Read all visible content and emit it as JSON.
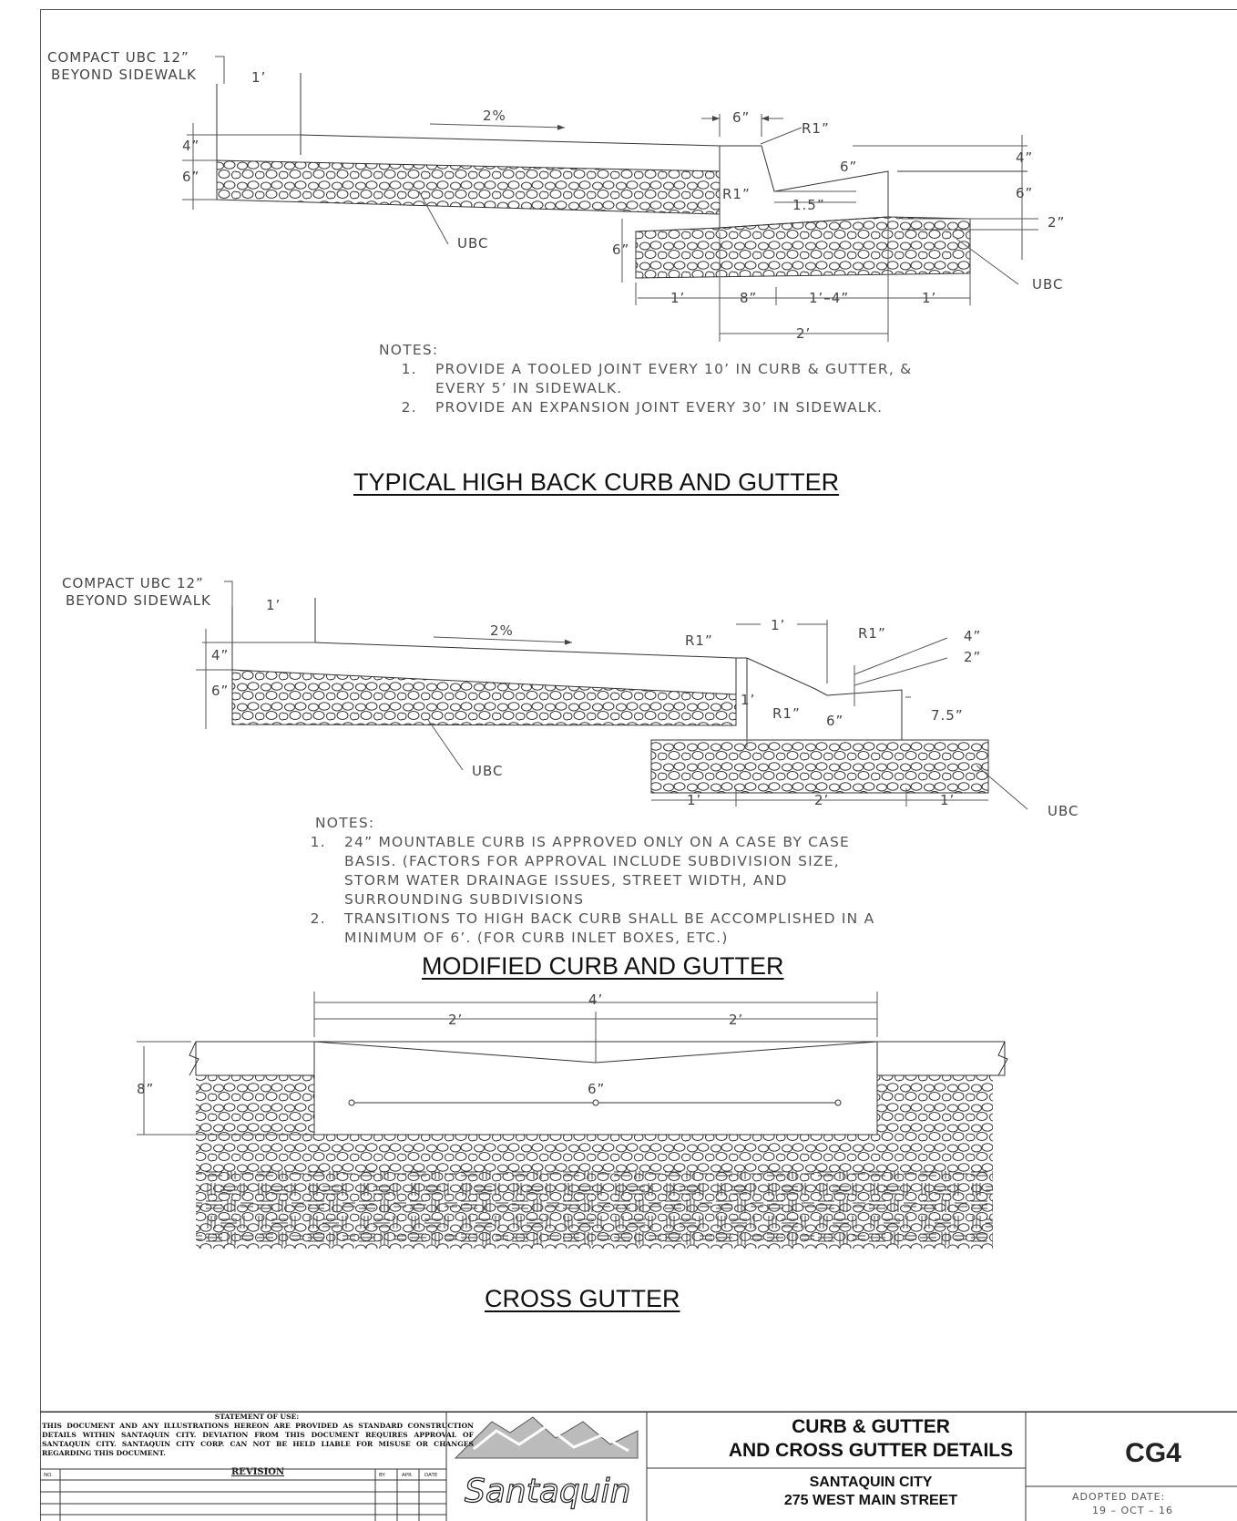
{
  "detail1": {
    "callout": [
      "COMPACT UBC 12”",
      "BEYOND SIDEWALK"
    ],
    "dims": {
      "one_ft": "1’",
      "slope": "2%",
      "four_in": "4”",
      "six_in": "6”",
      "curb_top_6": "6”",
      "r1_top": "R1”",
      "gutter_6": "6”",
      "r1_low": "R1”",
      "one_half": "1.5”",
      "right_4": "4”",
      "right_6": "6”",
      "right_2": "2”",
      "base_6": "6”",
      "b1": "1’",
      "b8": "8”",
      "b14": "1’–4”",
      "b1r": "1’",
      "b2": "2’"
    },
    "ubc_left": "UBC",
    "ubc_right": "UBC",
    "notes_heading": "NOTES:",
    "notes": [
      "PROVIDE A TOOLED JOINT EVERY 10’ IN CURB & GUTTER, & EVERY 5’ IN SIDEWALK.",
      "PROVIDE AN EXPANSION JOINT EVERY 30’ IN SIDEWALK."
    ],
    "title": "TYPICAL HIGH BACK CURB AND GUTTER"
  },
  "detail2": {
    "callout": [
      "COMPACT UBC 12”",
      "BEYOND SIDEWALK"
    ],
    "dims": {
      "one_ft": "1’",
      "slope": "2%",
      "four_in": "4”",
      "six_in": "6”",
      "r1_a": "R1”",
      "top_1": "1’",
      "r1_b": "R1”",
      "right_4": "4”",
      "right_2": "2”",
      "height_1": "1’",
      "r1_c": "R1”",
      "six": "6”",
      "seven_half": "7.5”",
      "b1": "1’",
      "b2": "2’",
      "b1r": "1’"
    },
    "ubc_left": "UBC",
    "ubc_right": "UBC",
    "notes_heading": "NOTES:",
    "notes": [
      "24” MOUNTABLE CURB IS APPROVED ONLY ON A CASE BY CASE BASIS. (FACTORS FOR APPROVAL INCLUDE SUBDIVISION SIZE, STORM WATER DRAINAGE ISSUES, STREET WIDTH, AND SURROUNDING SUBDIVISIONS",
      "TRANSITIONS TO HIGH BACK CURB SHALL BE ACCOMPLISHED IN A MINIMUM OF 6’. (FOR CURB INLET BOXES, ETC.)"
    ],
    "title": "MODIFIED CURB AND GUTTER"
  },
  "detail3": {
    "dims": {
      "total": "4’",
      "left": "2’",
      "right": "2’",
      "depth": "8”",
      "dip": "6”"
    },
    "title": "CROSS GUTTER"
  },
  "title_block": {
    "statement_heading": "STATEMENT OF USE:",
    "statement_body": "THIS DOCUMENT AND ANY ILLUSTRATIONS HEREON ARE PROVIDED AS STANDARD CONSTRUCTION DETAILS WITHIN SANTAQUIN CITY. DEVIATION FROM THIS DOCUMENT REQUIRES APPROVAL OF SANTAQUIN CITY. SANTAQUIN CITY CORP. CAN NOT BE HELD LIABLE FOR MISUSE OR CHANGES REGARDING THIS DOCUMENT.",
    "revision_heading": "REVISION",
    "rev_cols": [
      "NO.",
      "BY",
      "APR",
      "DATE"
    ],
    "logo_text": "Santaquin",
    "sheet_title_1": "CURB & GUTTER",
    "sheet_title_2": "AND CROSS GUTTER DETAILS",
    "city": "SANTAQUIN CITY",
    "address": "275 WEST MAIN STREET",
    "sheet_code": "CG4",
    "adopted_label": "ADOPTED DATE:",
    "adopted_date": "19 – OCT – 16"
  }
}
